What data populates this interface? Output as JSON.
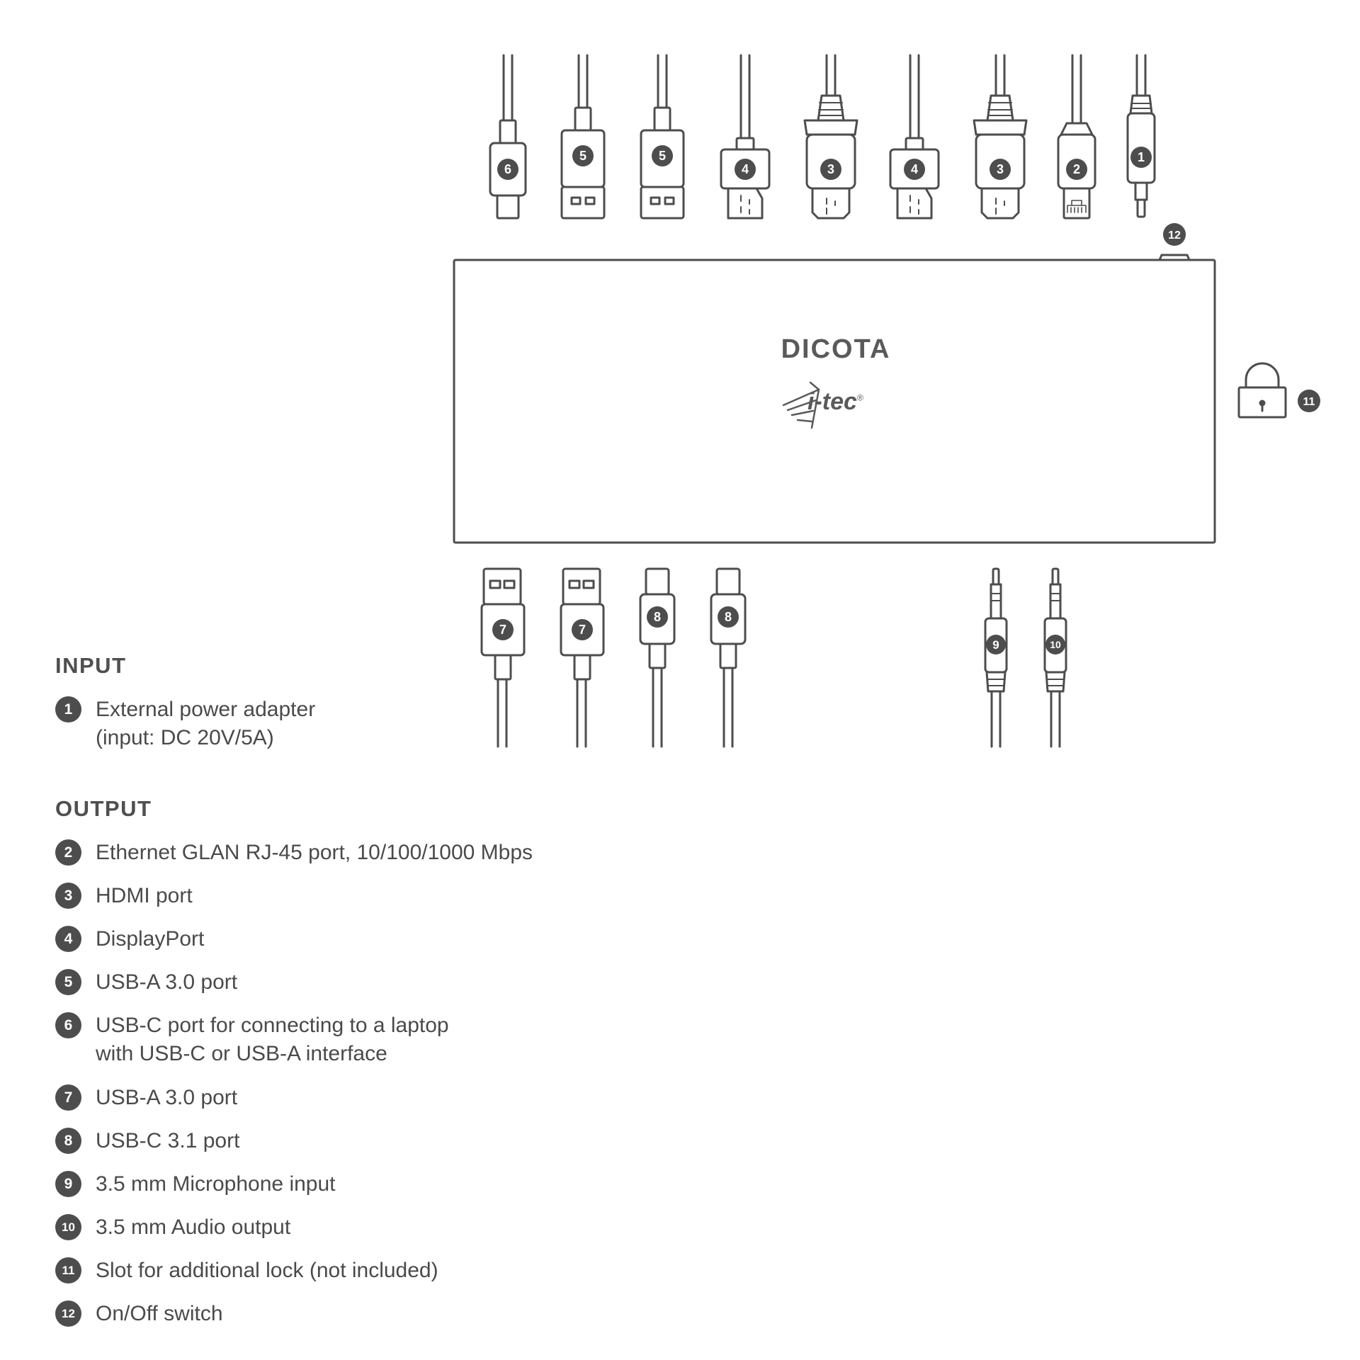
{
  "brand": {
    "primary": "DICOTA",
    "secondary": "i-tec",
    "registered": "®"
  },
  "callouts": {
    "c1": "1",
    "c2": "2",
    "c3": "3",
    "c4": "4",
    "c5": "5",
    "c6": "6",
    "c7": "7",
    "c8": "8",
    "c9": "9",
    "c10": "10",
    "c11": "11",
    "c12": "12"
  },
  "legend": {
    "input_heading": "INPUT",
    "input_items": [
      {
        "num": "1",
        "lines": [
          "External power adapter",
          "(input: DC 20V/5A)"
        ]
      }
    ],
    "output_heading": "OUTPUT",
    "output_items": [
      {
        "num": "2",
        "lines": [
          "Ethernet GLAN RJ-45 port, 10/100/1000 Mbps"
        ]
      },
      {
        "num": "3",
        "lines": [
          "HDMI port"
        ]
      },
      {
        "num": "4",
        "lines": [
          "DisplayPort"
        ]
      },
      {
        "num": "5",
        "lines": [
          "USB-A 3.0 port"
        ]
      },
      {
        "num": "6",
        "lines": [
          "USB-C port for connecting to a laptop",
          "with USB-C or USB-A interface"
        ]
      },
      {
        "num": "7",
        "lines": [
          "USB-A 3.0 port"
        ]
      },
      {
        "num": "8",
        "lines": [
          "USB-C 3.1 port"
        ]
      },
      {
        "num": "9",
        "lines": [
          "3.5 mm Microphone input"
        ]
      },
      {
        "num": "10",
        "lines": [
          "3.5 mm Audio output"
        ]
      },
      {
        "num": "11",
        "lines": [
          "Slot for additional lock (not included)"
        ]
      },
      {
        "num": "12",
        "lines": [
          "On/Off switch"
        ]
      }
    ]
  }
}
